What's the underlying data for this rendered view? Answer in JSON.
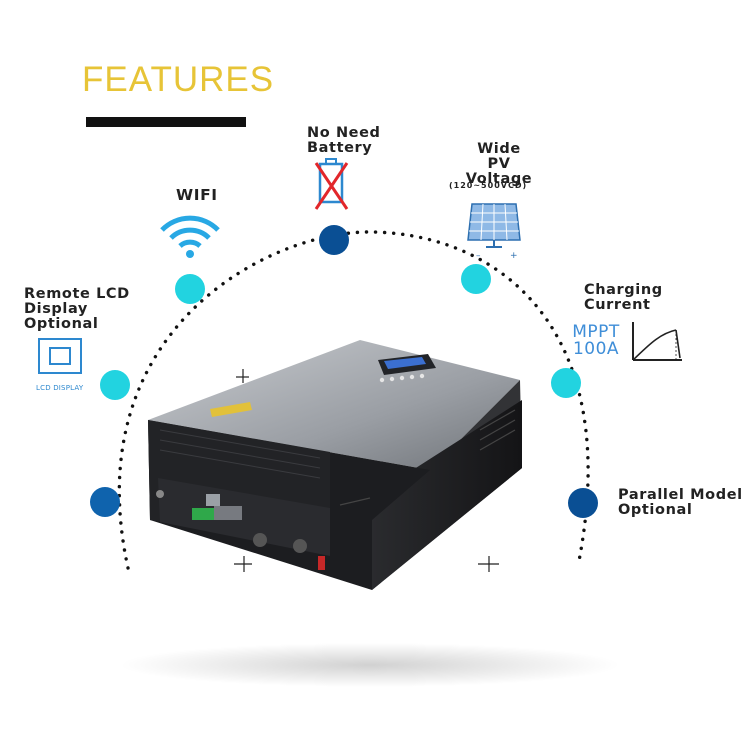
{
  "heading": "FEATURES",
  "features": {
    "no_battery": {
      "line1": "No Need",
      "line2": "Battery"
    },
    "wifi": {
      "label": "WIFI"
    },
    "pv": {
      "line1": "Wide PV",
      "line2": "Voltage",
      "range": "(120~500VCD)"
    },
    "lcd": {
      "line1": "Remote LCD",
      "line2": "Display",
      "line3": "Optional",
      "caption": "LCD DISPLAY"
    },
    "charging": {
      "line1": "Charging",
      "line2": "Current",
      "mppt_line1": "MPPT",
      "mppt_line2": "100A"
    },
    "parallel": {
      "line1": "Parallel Model",
      "line2": "Optional"
    }
  },
  "colors": {
    "heading": "#e7c437",
    "cyan_dot": "#22d3e0",
    "navy_dot": "#0a4f94",
    "accent_blue": "#2d88cf"
  }
}
